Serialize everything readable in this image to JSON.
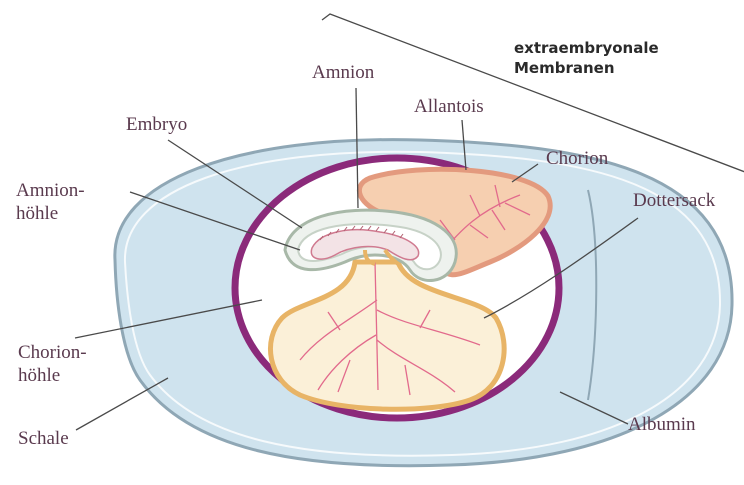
{
  "labels": {
    "extraembryonic_line1": "extraembryonale",
    "extraembryonic_line2": "Membranen",
    "amnion": "Amnion",
    "allantois": "Allantois",
    "embryo": "Embryo",
    "chorion": "Chorion",
    "amnion_cavity_line1": "Amnion-",
    "amnion_cavity_line2": "höhle",
    "yolk_sac": "Dottersack",
    "chorion_cavity_line1": "Chorion-",
    "chorion_cavity_line2": "höhle",
    "shell": "Schale",
    "albumin": "Albumin"
  },
  "colors": {
    "shell_fill": "#cfe3ee",
    "shell_outline": "#8fa7b5",
    "chorion": "#8b2a7a",
    "chorion_cavity": "#ffffff",
    "yolk_fill": "#fbf0d8",
    "yolk_outline": "#e8b466",
    "allantois_fill": "#f6cfb0",
    "allantois_outline": "#e39a7e",
    "vessels": "#e26a8c",
    "embryo_fill": "#eef2ee",
    "embryo_outline": "#a8b8a8",
    "leader": "#4a4a4a"
  }
}
